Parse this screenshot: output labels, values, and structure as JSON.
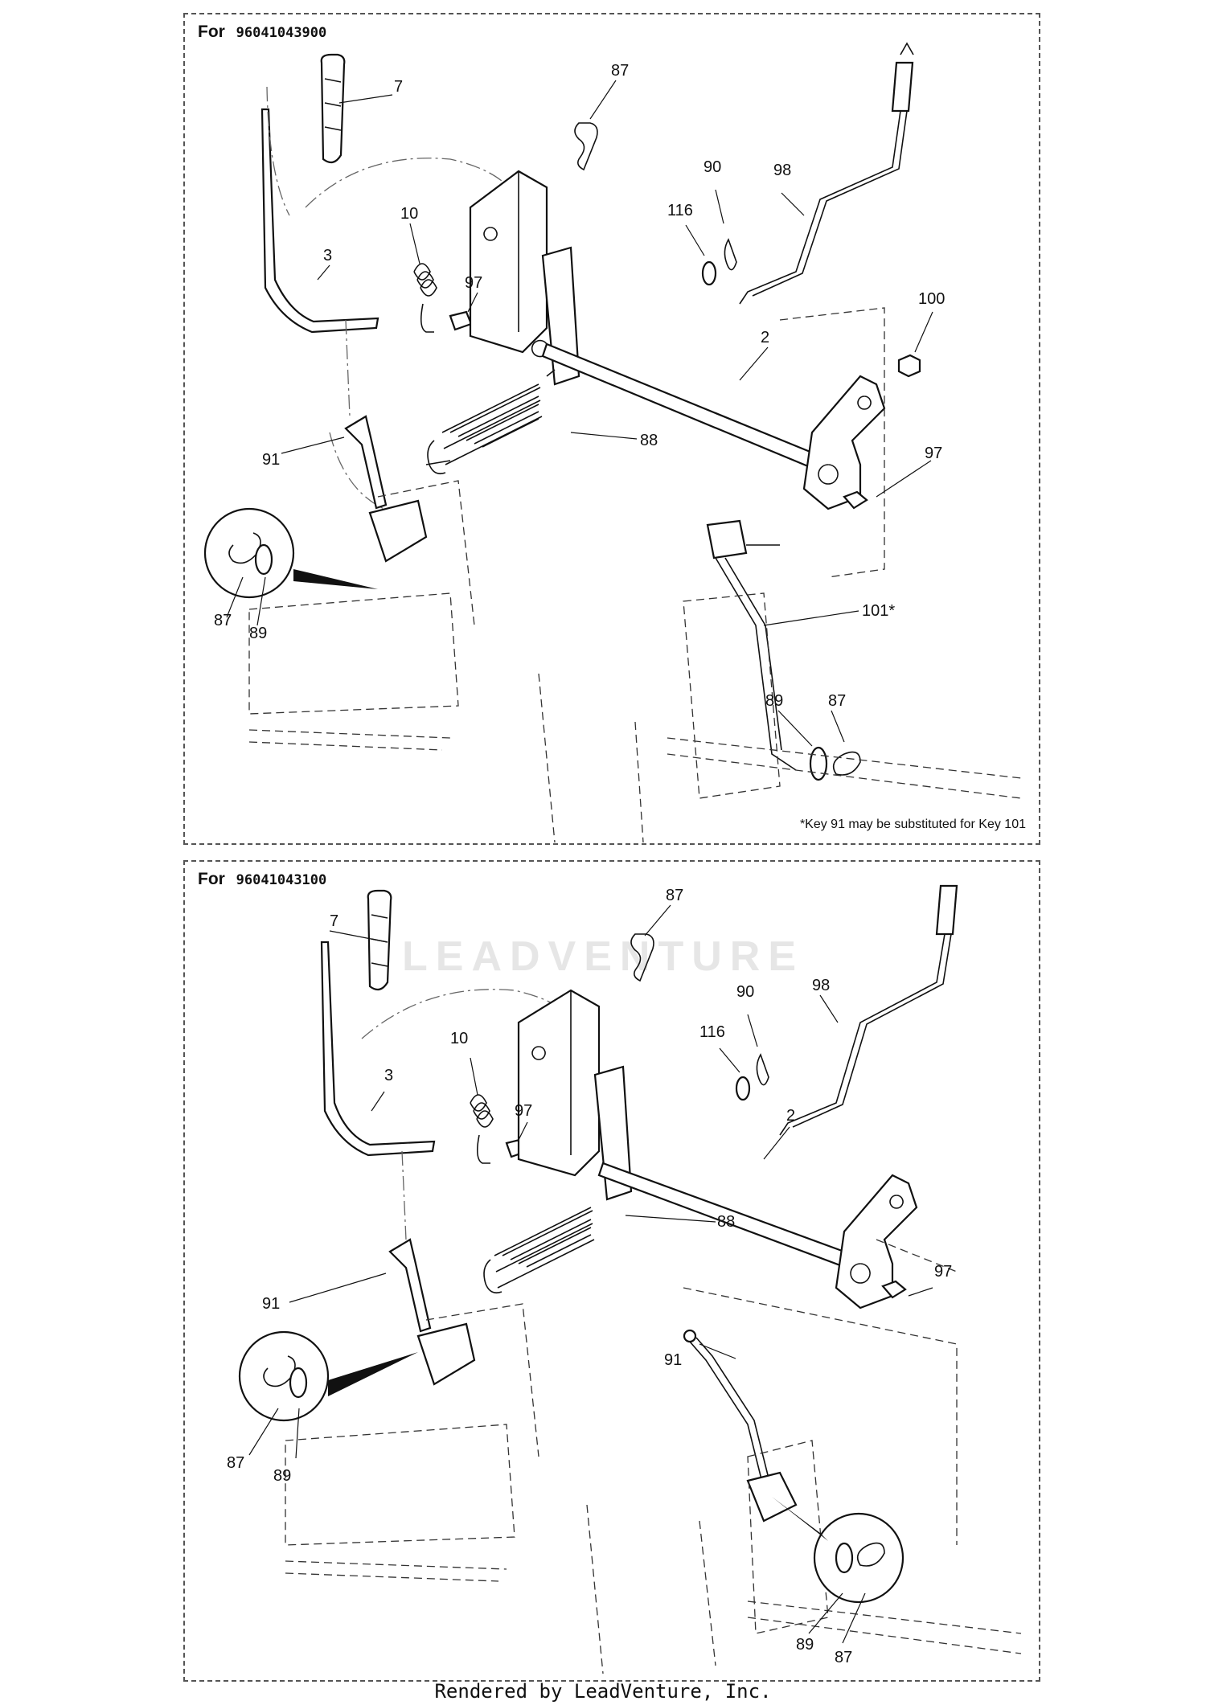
{
  "panels": [
    {
      "for_label": "For",
      "model": "96041043900",
      "callouts": [
        "7",
        "87",
        "90",
        "98",
        "116",
        "10",
        "3",
        "97",
        "100",
        "2",
        "88",
        "97",
        "91",
        "87",
        "89",
        "101*",
        "89",
        "87"
      ],
      "note": "*Key 91 may be substituted for Key 101"
    },
    {
      "for_label": "For",
      "model": "96041043100",
      "callouts": [
        "7",
        "87",
        "90",
        "98",
        "116",
        "10",
        "3",
        "97",
        "2",
        "88",
        "97",
        "91",
        "91",
        "87",
        "89",
        "89",
        "87"
      ]
    }
  ],
  "watermark": "LEADVENTURE",
  "footer": "Rendered by LeadVenture, Inc."
}
